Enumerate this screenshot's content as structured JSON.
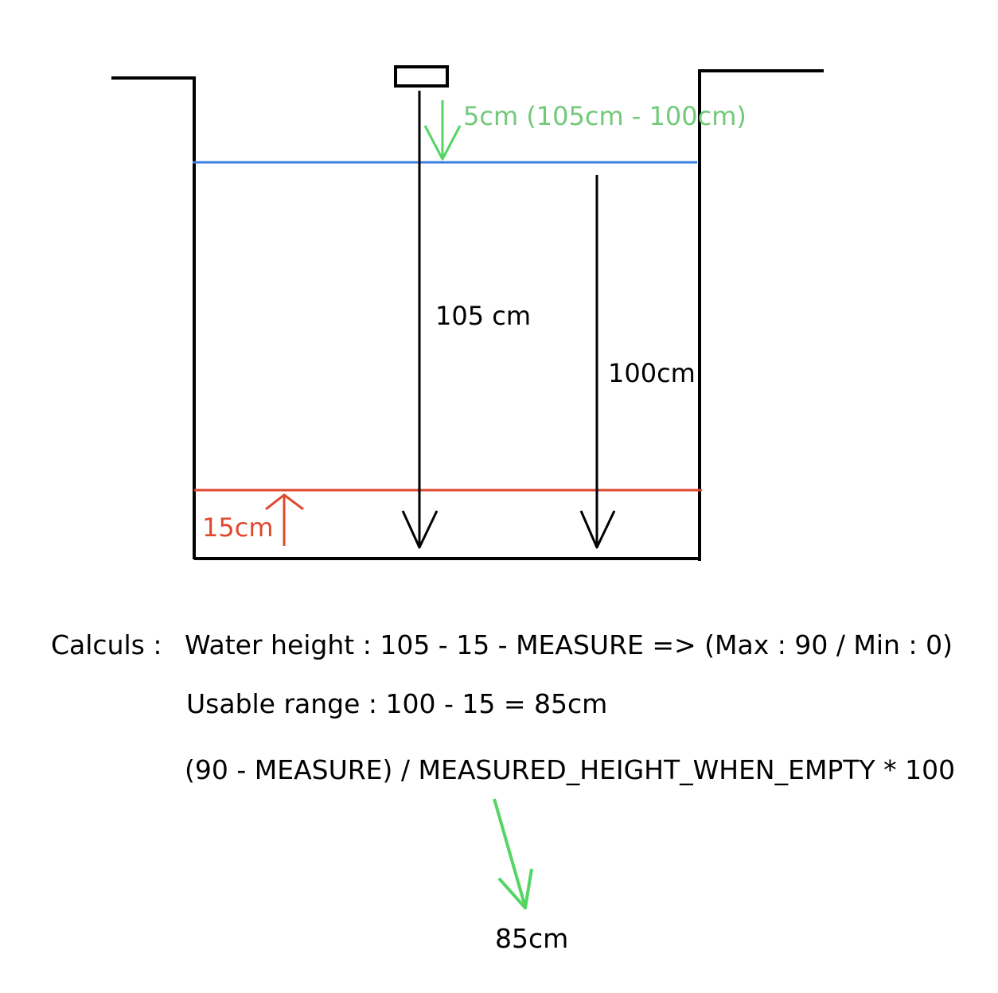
{
  "labels": {
    "sensor_offset": "5cm (105cm - 100cm)",
    "sensor_to_bottom": "105 cm",
    "max_to_bottom": "100cm",
    "dead_zone": "15cm"
  },
  "calculations": {
    "heading": "Calculs :",
    "water_height": "Water height : 105 - 15 - MEASURE => (Max : 90 / Min : 0)",
    "usable_range": "Usable range : 100 - 15 = 85cm",
    "formula": "(90 - MEASURE) / MEASURED_HEIGHT_WHEN_EMPTY * 100",
    "result": "85cm"
  },
  "colors": {
    "outline": "#000000",
    "water_level": "#3a7ee0",
    "dead_zone": "#e0482e",
    "annotation": "#72c97a",
    "arrow_green": "#54d564"
  }
}
